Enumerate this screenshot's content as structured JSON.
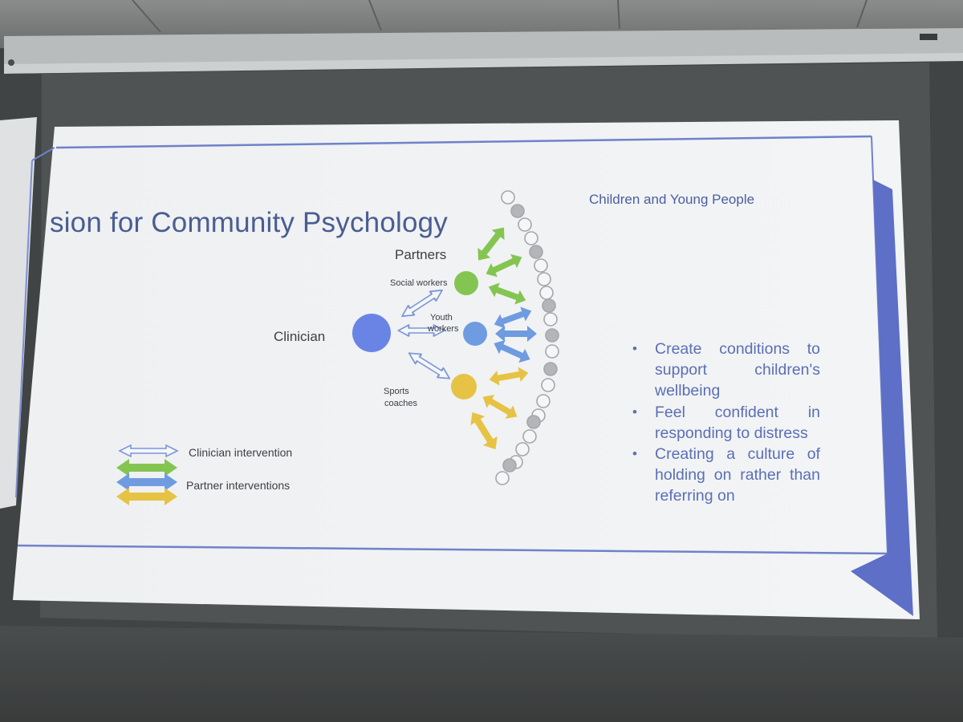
{
  "slide": {
    "title": "sion for Community Psychology",
    "partners_heading": "Partners",
    "clinician_label": "Clinician",
    "partner_labels": {
      "social_workers": "Social workers",
      "youth_workers_line1": "Youth",
      "youth_workers_line2": "workers",
      "sports_coaches_line1": "Sports",
      "sports_coaches_line2": "coaches"
    },
    "legend": {
      "clinician_intervention": "Clinician intervention",
      "partner_interventions": "Partner interventions"
    },
    "audience_heading": "Children and Young People",
    "bullets": [
      "Create conditions to support children's wellbeing",
      "Feel confident in responding to distress",
      "Creating a culture of holding on rather than referring on"
    ]
  },
  "colors": {
    "title": "#4a5d93",
    "bullet_text": "#5a6fb6",
    "clinician_node": "#6a84e6",
    "green": "#84c552",
    "blue": "#6f9be0",
    "yellow": "#e6c344",
    "accent_bar": "#5d6fc6"
  }
}
